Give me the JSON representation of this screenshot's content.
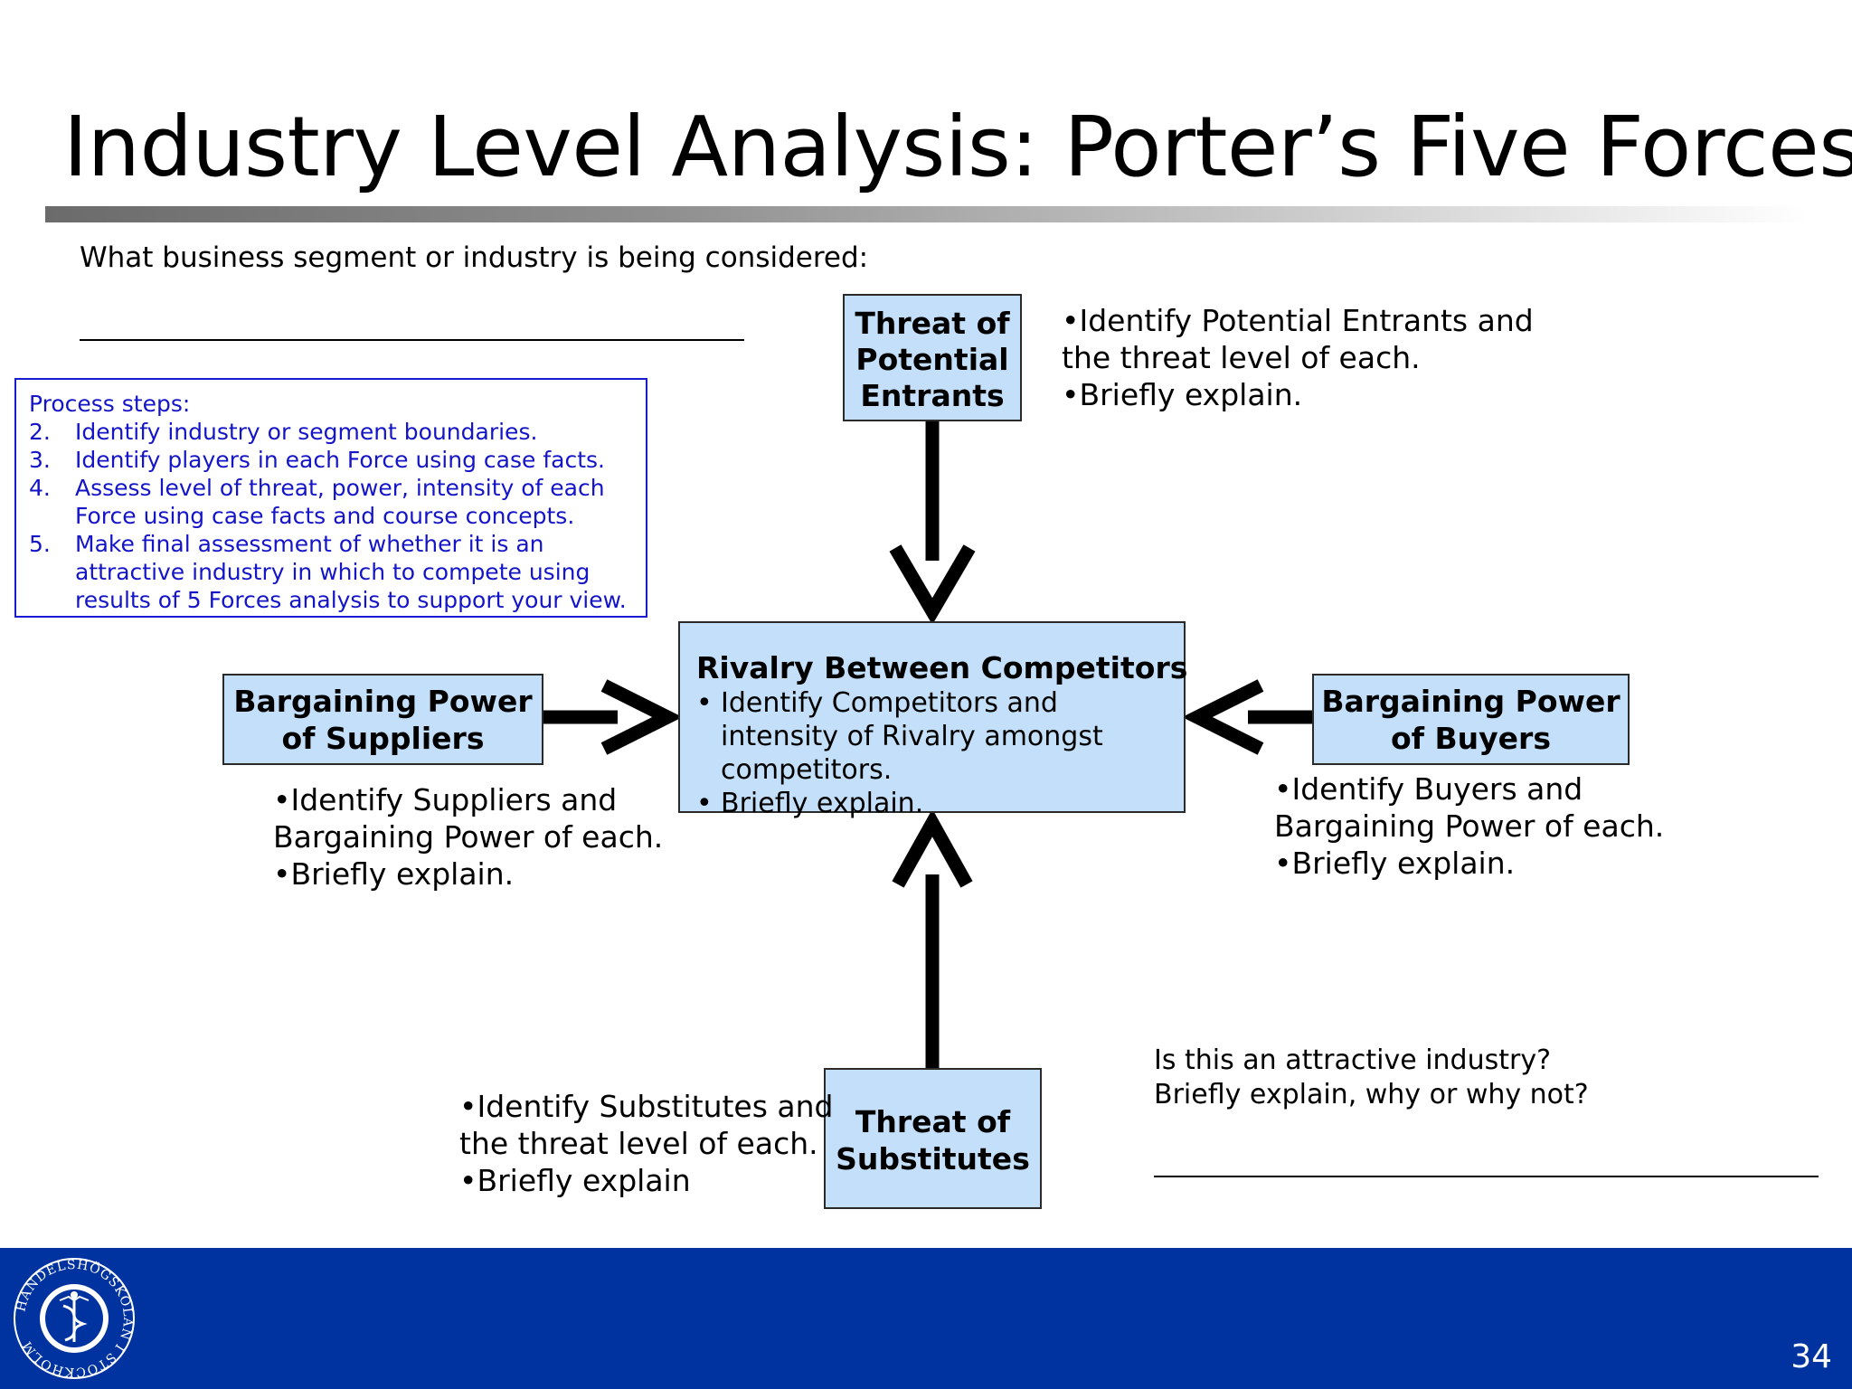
{
  "slide": {
    "title": "Industry Level Analysis: Porter’s Five Forces",
    "question": "What business segment or industry is being considered:",
    "page_number": "34"
  },
  "process_steps": {
    "title": "Process steps:",
    "items": [
      {
        "num": "2.",
        "text": "Identify industry or segment boundaries."
      },
      {
        "num": "3.",
        "text": "Identify players in each Force using case facts."
      },
      {
        "num": "4.",
        "text": "Assess level of threat, power, intensity of each Force using case facts and course concepts."
      },
      {
        "num": "5.",
        "text": "Make final assessment of whether it is an attractive industry in which to compete using results of 5 Forces analysis to support your view."
      }
    ]
  },
  "forces": {
    "entrants": {
      "label_lines": [
        "Threat of",
        "Potential",
        "Entrants"
      ],
      "notes": [
        "•Identify Potential Entrants and",
        "the threat level of each.",
        "•Briefly explain."
      ]
    },
    "suppliers": {
      "label_lines": [
        "Bargaining Power",
        "of Suppliers"
      ],
      "notes": [
        "•Identify Suppliers and",
        "Bargaining Power of each.",
        "•Briefly explain."
      ]
    },
    "buyers": {
      "label_lines": [
        "Bargaining Power",
        "of Buyers"
      ],
      "notes": [
        "•Identify Buyers and",
        "Bargaining Power of each.",
        "•Briefly explain."
      ]
    },
    "substitutes": {
      "label_lines": [
        "Threat of",
        "Substitutes"
      ],
      "notes": [
        "•Identify Substitutes and",
        "the threat level of each.",
        "•Briefly explain"
      ]
    },
    "rivalry": {
      "title": "Rivalry Between Competitors",
      "bullets": [
        {
          "marker": "•",
          "text": "Identify Competitors and intensity of Rivalry amongst competitors."
        },
        {
          "marker": "•",
          "text": "Briefly explain."
        }
      ]
    }
  },
  "attractive": {
    "lines": [
      "Is this an attractive industry?",
      "Briefly explain, why or why not?"
    ]
  },
  "logo": {
    "text": "HANDELSHÖGSKOLAN I STOCKHOLM"
  },
  "colors": {
    "box_fill": "#c3dff9",
    "footer": "#0033a0",
    "steps_text": "#1414c8"
  }
}
